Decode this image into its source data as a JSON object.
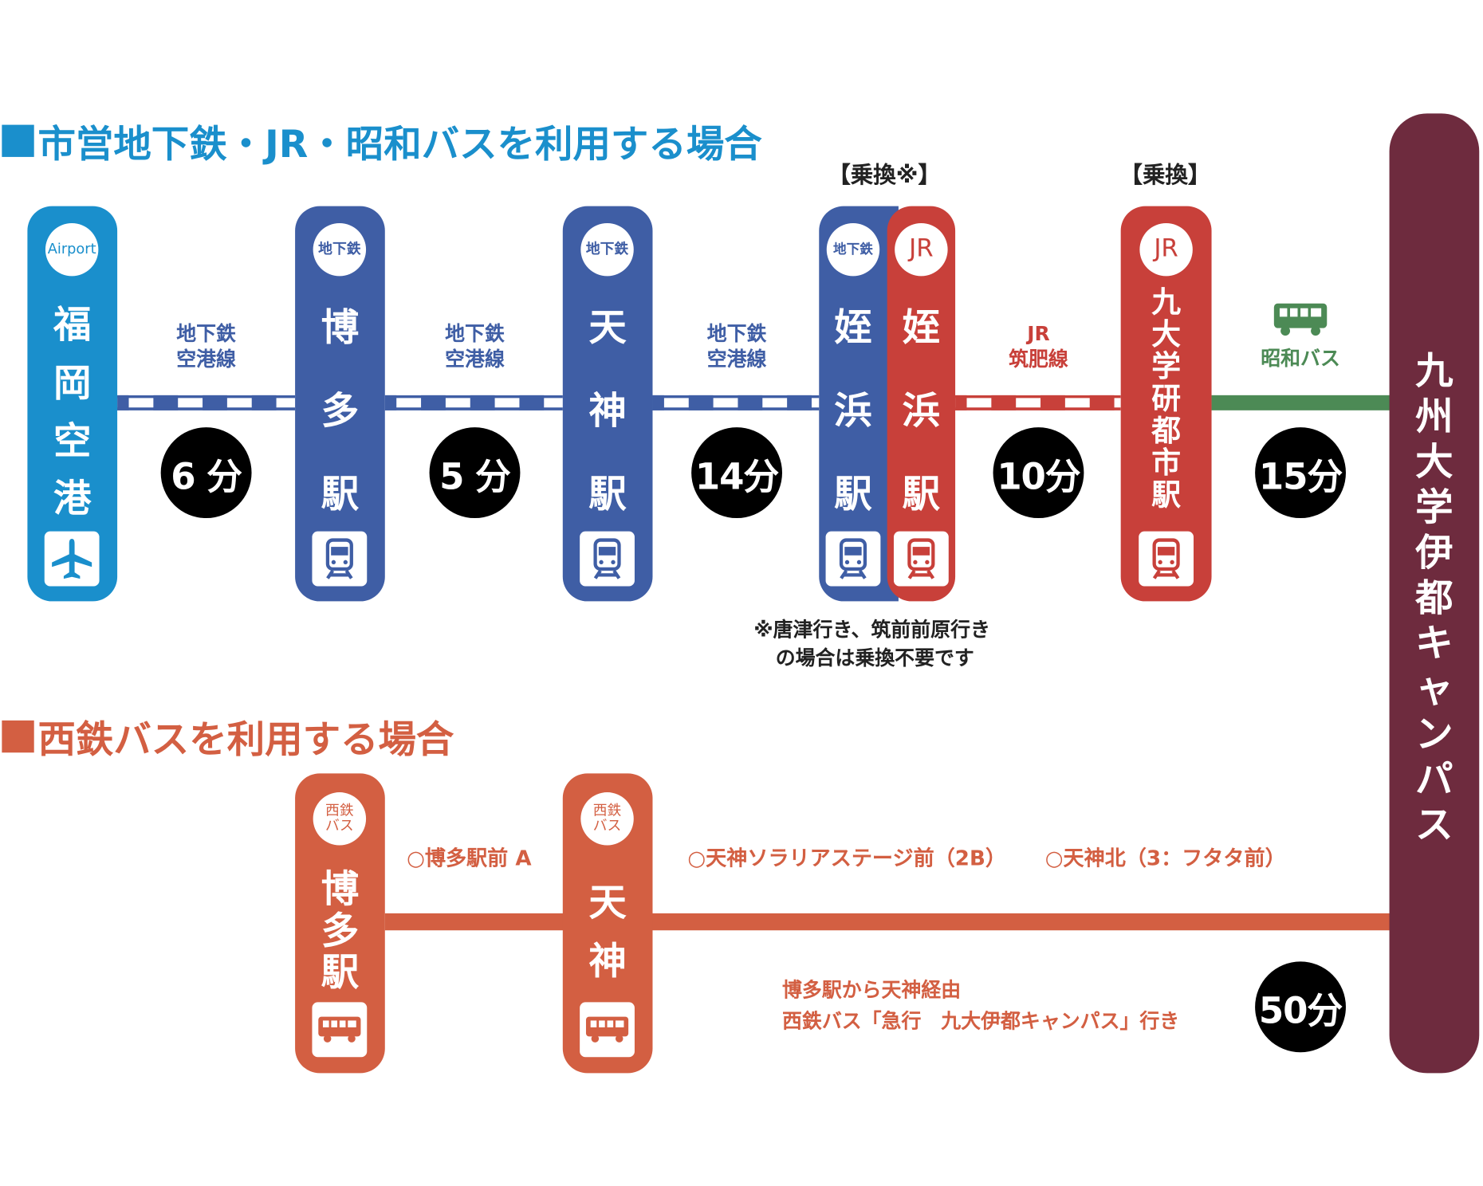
{
  "section1": {
    "title": "市営地下鉄・JR・昭和バスを利用する場合",
    "color": "#1a8fcc",
    "transfer_labels": [
      "【乗換※】",
      "【乗換】"
    ],
    "stations": [
      {
        "logo": "Airport",
        "name": [
          "福",
          "岡",
          "空",
          "港"
        ],
        "icon": "airplane-icon",
        "color": "#1a8fcc"
      },
      {
        "logo": "地下鉄",
        "name": [
          "博",
          "多",
          "駅"
        ],
        "icon": "train-icon",
        "color": "#3f5ea5"
      },
      {
        "logo": "地下鉄",
        "name": [
          "天",
          "神",
          "駅"
        ],
        "icon": "train-icon",
        "color": "#3f5ea5"
      },
      {
        "logo": "地下鉄",
        "name": [
          "姪",
          "浜",
          "駅"
        ],
        "icon": "train-icon",
        "color": "#3f5ea5"
      },
      {
        "logo": "JR",
        "name": [
          "姪",
          "浜",
          "駅"
        ],
        "icon": "train-icon",
        "color": "#c8403a"
      },
      {
        "logo": "JR",
        "name": [
          "九",
          "大",
          "学",
          "研",
          "都",
          "市",
          "駅"
        ],
        "icon": "train-icon",
        "color": "#c8403a"
      }
    ],
    "segments": [
      {
        "line": [
          "地下鉄",
          "空港線"
        ],
        "time": "6 分"
      },
      {
        "line": [
          "地下鉄",
          "空港線"
        ],
        "time": "5 分"
      },
      {
        "line": [
          "地下鉄",
          "空港線"
        ],
        "time": "14分"
      },
      {
        "line": [
          "JR",
          "筑肥線"
        ],
        "time": "10分"
      },
      {
        "line": [
          "昭和バス"
        ],
        "time": "15分",
        "icon": "bus-icon"
      }
    ],
    "note": [
      "※唐津行き、筑前前原行き",
      "の場合は乗換不要です"
    ]
  },
  "section2": {
    "title": "西鉄バスを利用する場合",
    "color": "#d35f42",
    "stations": [
      {
        "logo": [
          "西鉄",
          "バス"
        ],
        "name": [
          "博",
          "多",
          "駅"
        ]
      },
      {
        "logo": [
          "西鉄",
          "バス"
        ],
        "name": [
          "天",
          "神"
        ]
      }
    ],
    "stops": [
      "○博多駅前 A",
      "○天神ソラリアステージ前（2B）",
      "○天神北（3：フタタ前）"
    ],
    "description": [
      "博多駅から天神経由",
      "西鉄バス「急行　九大伊都キャンパス」行き"
    ],
    "time": "50分"
  },
  "destination": {
    "name": [
      "九",
      "州",
      "大",
      "学",
      "伊",
      "都",
      "キ",
      "ャ",
      "ン",
      "パ",
      "ス"
    ],
    "color": "#6e2b3e"
  }
}
